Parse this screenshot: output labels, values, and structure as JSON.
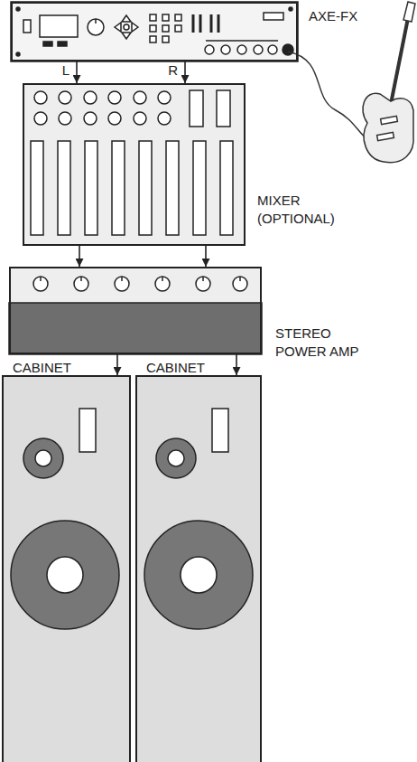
{
  "diagram": {
    "nodes": [
      {
        "text": [
          "AXE-FX"
        ]
      },
      {
        "text": [
          "MIXER (OPTIONAL)"
        ]
      },
      {
        "text": [
          "STEREO POWER AMP"
        ]
      },
      {
        "text": [
          "CABINET"
        ]
      },
      {
        "text": [
          "CABINET"
        ]
      }
    ],
    "edges": [
      {
        "from": 0,
        "to": 1,
        "arrow": "to",
        "label": "L"
      },
      {
        "from": 0,
        "to": 1,
        "arrow": "to",
        "label": "R"
      },
      {
        "from": 1,
        "to": 2,
        "arrow": "to"
      },
      {
        "from": 1,
        "to": 2,
        "arrow": "to"
      },
      {
        "from": 2,
        "to": 3,
        "arrow": "to"
      },
      {
        "from": 2,
        "to": 4,
        "arrow": "to"
      }
    ]
  }
}
